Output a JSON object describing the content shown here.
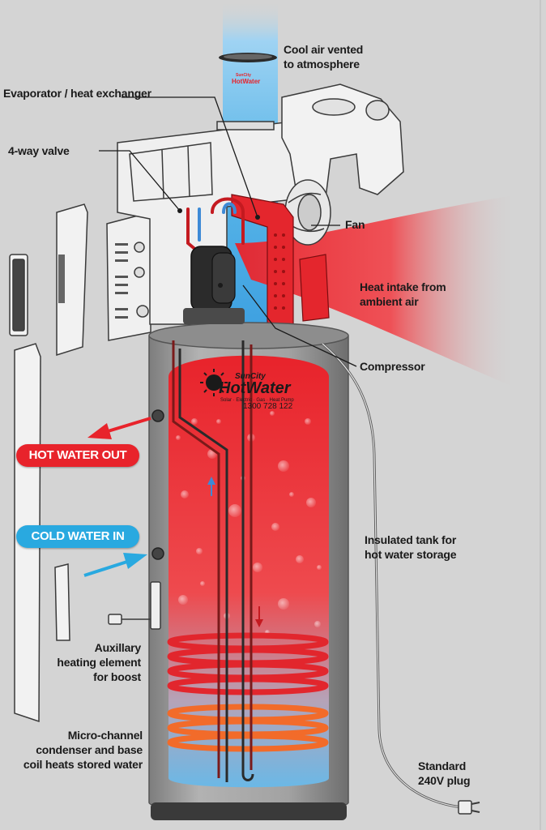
{
  "labels": {
    "cool_air": [
      "Cool air vented",
      "to atmosphere"
    ],
    "evaporator": "Evaporator / heat exchanger",
    "valve": "4-way valve",
    "fan": "Fan",
    "heat_intake": [
      "Heat intake from",
      "ambient air"
    ],
    "compressor": "Compressor",
    "insulated_tank": [
      "Insulated tank for",
      "hot water storage"
    ],
    "auxillary": [
      "Auxillary",
      "heating element",
      "for boost"
    ],
    "microchannel": [
      "Micro-channel",
      "condenser and base",
      "coil heats stored water"
    ],
    "plug": [
      "Standard",
      "240V plug"
    ]
  },
  "pills": {
    "hot_water_out": "HOT WATER OUT",
    "cold_water_in": "COLD WATER IN"
  },
  "brand": {
    "top": "SunCity",
    "name": "HotWater",
    "tagline": "Solar · Electric · Gas · Heat Pump",
    "phone": "1300 728 122"
  },
  "colors": {
    "hot": "#e8232b",
    "cold": "#29a9e0",
    "cool_air": "#5ab6e8",
    "tank_shell": "#9b9b9b",
    "background": "#d4d4d4"
  }
}
